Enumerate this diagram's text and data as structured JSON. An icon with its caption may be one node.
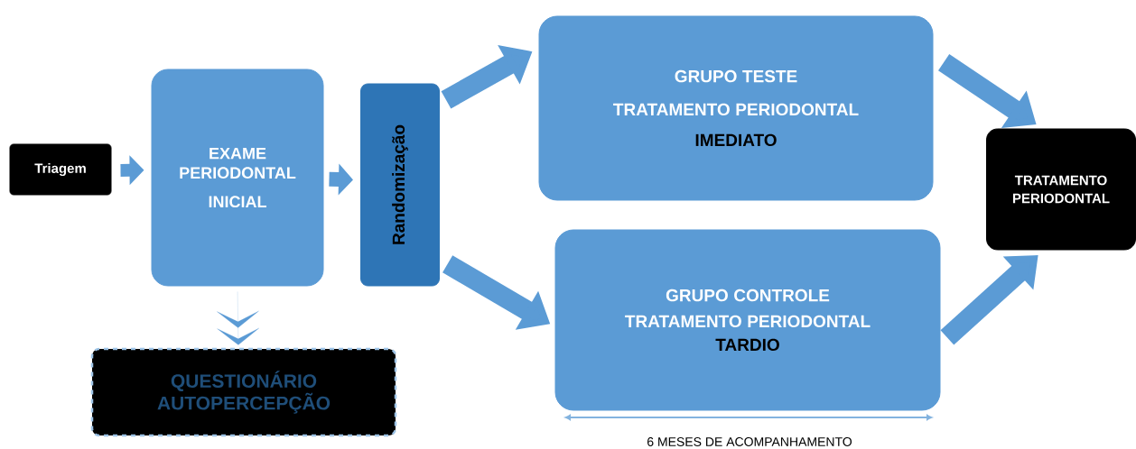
{
  "diagram": {
    "nodes": [
      {
        "text": [
          "Triagem"
        ]
      },
      {
        "text": [
          "EXAME PERIODONTAL",
          "INICIAL"
        ]
      },
      {
        "text": [
          "Randomização"
        ]
      },
      {
        "text": [
          "GRUPO TESTE",
          "TRATAMENTO PERIODONTAL",
          "IMEDIATO"
        ]
      },
      {
        "text": [
          "GRUPO CONTROLE",
          "TRATAMENTO PERIODONTAL",
          "TARDIO"
        ]
      },
      {
        "text": [
          "TRATAMENTO PERIODONTAL"
        ]
      },
      {
        "text": [
          "QUESTIONÁRIO AUTOPERCEPÇÃO"
        ]
      }
    ],
    "edges": [
      {
        "from": 0,
        "to": 1,
        "arrow": "to"
      },
      {
        "from": 1,
        "to": 2,
        "arrow": "to"
      },
      {
        "from": 2,
        "to": 3,
        "arrow": "to"
      },
      {
        "from": 2,
        "to": 4,
        "arrow": "to"
      },
      {
        "from": 3,
        "to": 5,
        "arrow": "to"
      },
      {
        "from": 4,
        "to": 5,
        "arrow": "to"
      },
      {
        "from": 1,
        "to": 6,
        "arrow": "to"
      }
    ],
    "labels": [
      "6 MESES DE ACOMPANHAMENTO"
    ]
  }
}
